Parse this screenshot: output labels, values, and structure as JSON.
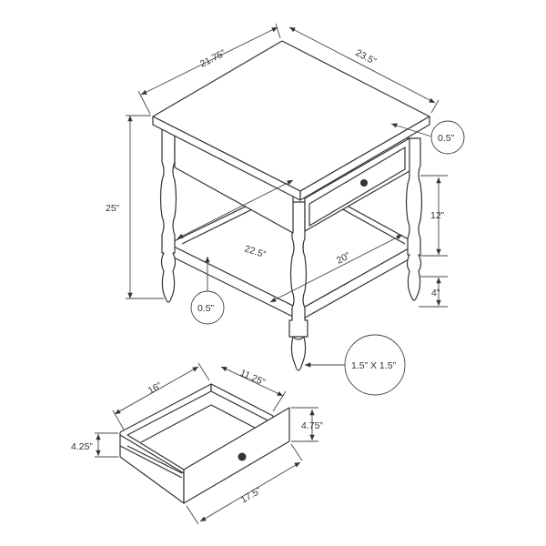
{
  "dimensions": {
    "table_width": "21.75”",
    "table_depth": "23.5”",
    "top_thickness": "0.5”",
    "table_height": "25”",
    "drawer_section_height": "12”",
    "shelf_width": "22.5”",
    "shelf_depth": "20”",
    "shelf_clearance": "4”",
    "shelf_thickness": "0.5”",
    "leg_size": "1.5” X 1.5”",
    "drawer_depth": "16”",
    "drawer_inner_width": "11.25”",
    "drawer_front_height": "4.75”",
    "drawer_side_height": "4.25”",
    "drawer_front_width": "17.5”"
  },
  "colors": {
    "line": "#333333",
    "background": "#ffffff"
  }
}
